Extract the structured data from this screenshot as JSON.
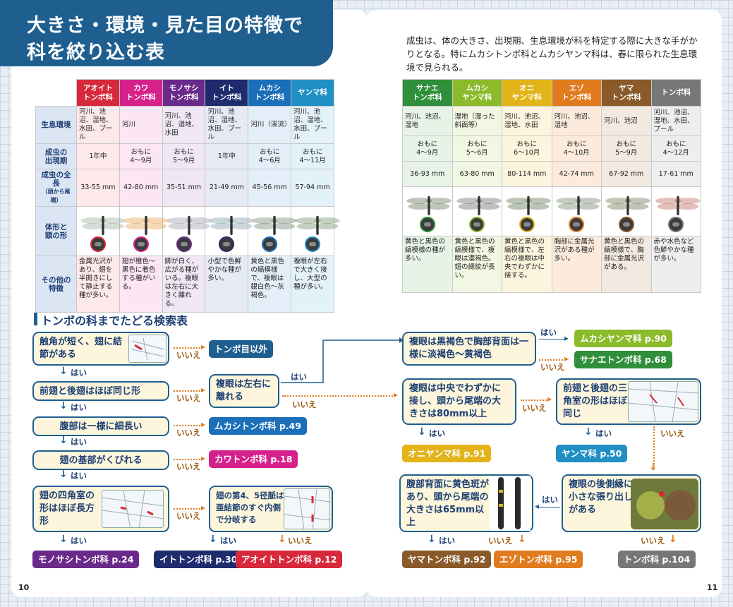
{
  "title": {
    "line1": "大きさ・環境・見た目の特徴で",
    "line2": "科を絞り込む表"
  },
  "note": "成虫は、体の大きさ、出現期、生息環境が科を特定する際に大きな手がかりとなる。特にムカシトンボ科とムカシヤンマ科は、春に限られた生息環境で見られる。",
  "row_labels": [
    "生息環境",
    "成虫の出現期",
    "成虫の全長（頭から尾端）",
    "体形と頭の形",
    "その他の特徴"
  ],
  "row_label_lines": [
    [
      "生息環境"
    ],
    [
      "成虫の",
      "出現期"
    ],
    [
      "成虫の全長",
      "（頭から尾端）"
    ],
    [
      "体形と",
      "頭の形"
    ],
    [
      "その他の",
      "特徴"
    ]
  ],
  "left_families": [
    {
      "name1": "アオイト",
      "name2": "トンボ科",
      "color": "#d6293b",
      "habitat": "河川、池沼、湿地、水田、プール",
      "period1": "1年中",
      "period2": "",
      "length": "33-55 mm",
      "other": "金属光沢があり、翅を半開きにして静止する種が多い。",
      "bg": "#fde9ec",
      "wing": "#8a9a8a"
    },
    {
      "name1": "カワ",
      "name2": "トンボ科",
      "color": "#d6218b",
      "habitat": "河川",
      "period1": "おもに",
      "period2": "4～9月",
      "length": "42-80 mm",
      "other": "翅が橙色～黒色に着色する種がいる。",
      "bg": "#fbe6f2",
      "wing": "#e0902a"
    },
    {
      "name1": "モノサシ",
      "name2": "トンボ科",
      "color": "#6a2a8a",
      "habitat": "河川、池沼、湿地、水田",
      "period1": "おもに",
      "period2": "5～9月",
      "length": "35-51 mm",
      "other": "脚が白く、広がる種がいる。複眼は左右に大きく離れる。",
      "bg": "#efe7f4",
      "wing": "#8a8a9a"
    },
    {
      "name1": "イト",
      "name2": "トンボ科",
      "color": "#1e2c6e",
      "habitat": "河川、池沼、湿地、水田、プール",
      "period1": "1年中",
      "period2": "",
      "length": "21-49 mm",
      "other": "小型で色鮮やかな種が多い。",
      "bg": "#e6eaf5",
      "wing": "#6a8a9a"
    },
    {
      "name1": "ムカシ",
      "name2": "トンボ科",
      "color": "#1a6fb8",
      "habitat": "河川（渓流）",
      "period1": "おもに",
      "period2": "4～6月",
      "length": "45-56 mm",
      "other": "黄色と黒色の縞模様で、複眼は銀白色～灰褐色。",
      "bg": "#e4eef9",
      "wing": "#5a6a5a"
    },
    {
      "name1": "ヤンマ科",
      "name2": "",
      "color": "#1f8fc4",
      "habitat": "河川、池沼、湿地、水田、プール",
      "period1": "おもに",
      "period2": "4～11月",
      "length": "57-94 mm",
      "other": "複眼が左右で大きく接し、大型の種が多い。",
      "bg": "#e3f1f9",
      "wing": "#5a7a4a"
    }
  ],
  "right_families": [
    {
      "name1": "サナエ",
      "name2": "トンボ科",
      "color": "#2f8f3a",
      "habitat": "河川、池沼、湿地",
      "period1": "おもに",
      "period2": "4～9月",
      "length": "36-93 mm",
      "other": "黄色と黒色の縞模様の種が多い。",
      "bg": "#e7f3e7",
      "wing": "#4a5a3a"
    },
    {
      "name1": "ムカシ",
      "name2": "ヤンマ科",
      "color": "#8bbb2a",
      "habitat": "湿地（湿った斜面等）",
      "period1": "おもに",
      "period2": "5～6月",
      "length": "63-80 mm",
      "other": "黄色と黒色の縞模様で、複眼は濃褐色。翅の縁紋が長い。",
      "bg": "#f1f7e3",
      "wing": "#4a4a4a"
    },
    {
      "name1": "オニ",
      "name2": "ヤンマ科",
      "color": "#e2b41a",
      "habitat": "河川、池沼、湿地、水田",
      "period1": "おもに",
      "period2": "6～10月",
      "length": "80-114 mm",
      "other": "黄色と黒色の縞模様で、左右の複眼は中央でわずかに接する。",
      "bg": "#fcf5dd",
      "wing": "#3a5a2a"
    },
    {
      "name1": "エゾ",
      "name2": "トンボ科",
      "color": "#e07b1e",
      "habitat": "河川、池沼、湿地",
      "period1": "おもに",
      "period2": "4～10月",
      "length": "42-74 mm",
      "other": "胸部に金属光沢がある種が多い。",
      "bg": "#fcebdc",
      "wing": "#5a6a4a"
    },
    {
      "name1": "ヤマ",
      "name2": "トンボ科",
      "color": "#8a5a2a",
      "habitat": "河川、池沼",
      "period1": "おもに",
      "period2": "5～9月",
      "length": "67-92 mm",
      "other": "黄色と黒色の縞模様で、胸部に金属光沢がある。",
      "bg": "#f2e9e0",
      "wing": "#4a5a2a"
    },
    {
      "name1": "トンボ科",
      "name2": "",
      "color": "#777777",
      "habitat": "河川、池沼、湿地、水田、プール",
      "period1": "おもに",
      "period2": "4～12月",
      "length": "17-61 mm",
      "other": "赤や水色など色鮮やかな種が多い。",
      "bg": "#eeeeee",
      "wing": "#b04a3a"
    }
  ],
  "key": {
    "section_title": "トンボの科までたどる検索表",
    "yes": "はい",
    "no": "いいえ",
    "q1": "触角が短く、翅に結節がある",
    "q2": "前翅と後翅はほぼ同じ形",
    "q3": "腹部は一様に細長い",
    "q4": "翅の基部がくびれる",
    "q5": "翅の四角室の形はほぼ長方形",
    "q6": "複眼は左右に離れる",
    "q7": "翅の第4、5径脈は亜結節のすぐ内側で分岐する",
    "q8": "複眼は黒褐色で胸部背面は一様に淡褐色～黄褐色",
    "q9": "複眼は中央でわずかに接し、頭から尾端の大きさは80mm以上",
    "q10": "前翅と後翅の三角室の形はほぼ同じ",
    "q11": "複眼の後側縁に小さな張り出しがある",
    "q12": "腹部背面に黄色斑があり、頭から尾端の大きさは65mm以上",
    "r_not": "トンボ目以外",
    "r_mukashitonbo": "ムカシトンボ科 p.49",
    "r_kawa": "カワトンボ科 p.18",
    "r_monosashi": "モノサシトンボ科 p.24",
    "r_ito": "イトトンボ科 p.30",
    "r_aoito": "アオイトトンボ科 p.12",
    "r_mukashiyanma": "ムカシヤンマ科 p.90",
    "r_sanae": "サナエトンボ科 p.68",
    "r_oniyanma": "オニヤンマ科 p.91",
    "r_yanma": "ヤンマ科 p.50",
    "r_yama": "ヤマトンボ科 p.92",
    "r_ezo": "エゾトンボ科 p.95",
    "r_tonbo": "トンボ科 p.104"
  },
  "colors": {
    "r_not": "#1f5f8f",
    "r_mukashitonbo": "#1a6fb8",
    "r_kawa": "#d6218b",
    "r_monosashi": "#6a2a8a",
    "r_ito": "#1e2c6e",
    "r_aoito": "#d6293b",
    "r_mukashiyanma": "#8bbb2a",
    "r_sanae": "#2f8f3a",
    "r_oniyanma": "#e2b41a",
    "r_yanma": "#1f8fc4",
    "r_yama": "#8a5a2a",
    "r_ezo": "#e07b1e",
    "r_tonbo": "#777777"
  },
  "page_left": "10",
  "page_right": "11"
}
